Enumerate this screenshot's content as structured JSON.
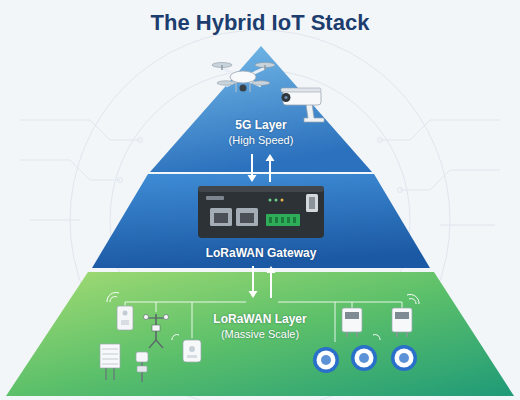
{
  "diagram": {
    "title": "The Hybrid IoT Stack",
    "nodes": [
      {
        "text": [
          "5G Layer",
          "(High Speed)"
        ]
      },
      {
        "text": [
          "LoRaWAN Gateway"
        ]
      },
      {
        "text": [
          "LoRaWAN Layer",
          "(Massive Scale)"
        ]
      }
    ],
    "edges": [
      {
        "from": 0,
        "to": 1,
        "arrow": "to"
      },
      {
        "from": 1,
        "to": 0,
        "arrow": "to"
      },
      {
        "from": 1,
        "to": 2,
        "arrow": "to"
      },
      {
        "from": 2,
        "to": 1,
        "arrow": "to"
      }
    ]
  }
}
